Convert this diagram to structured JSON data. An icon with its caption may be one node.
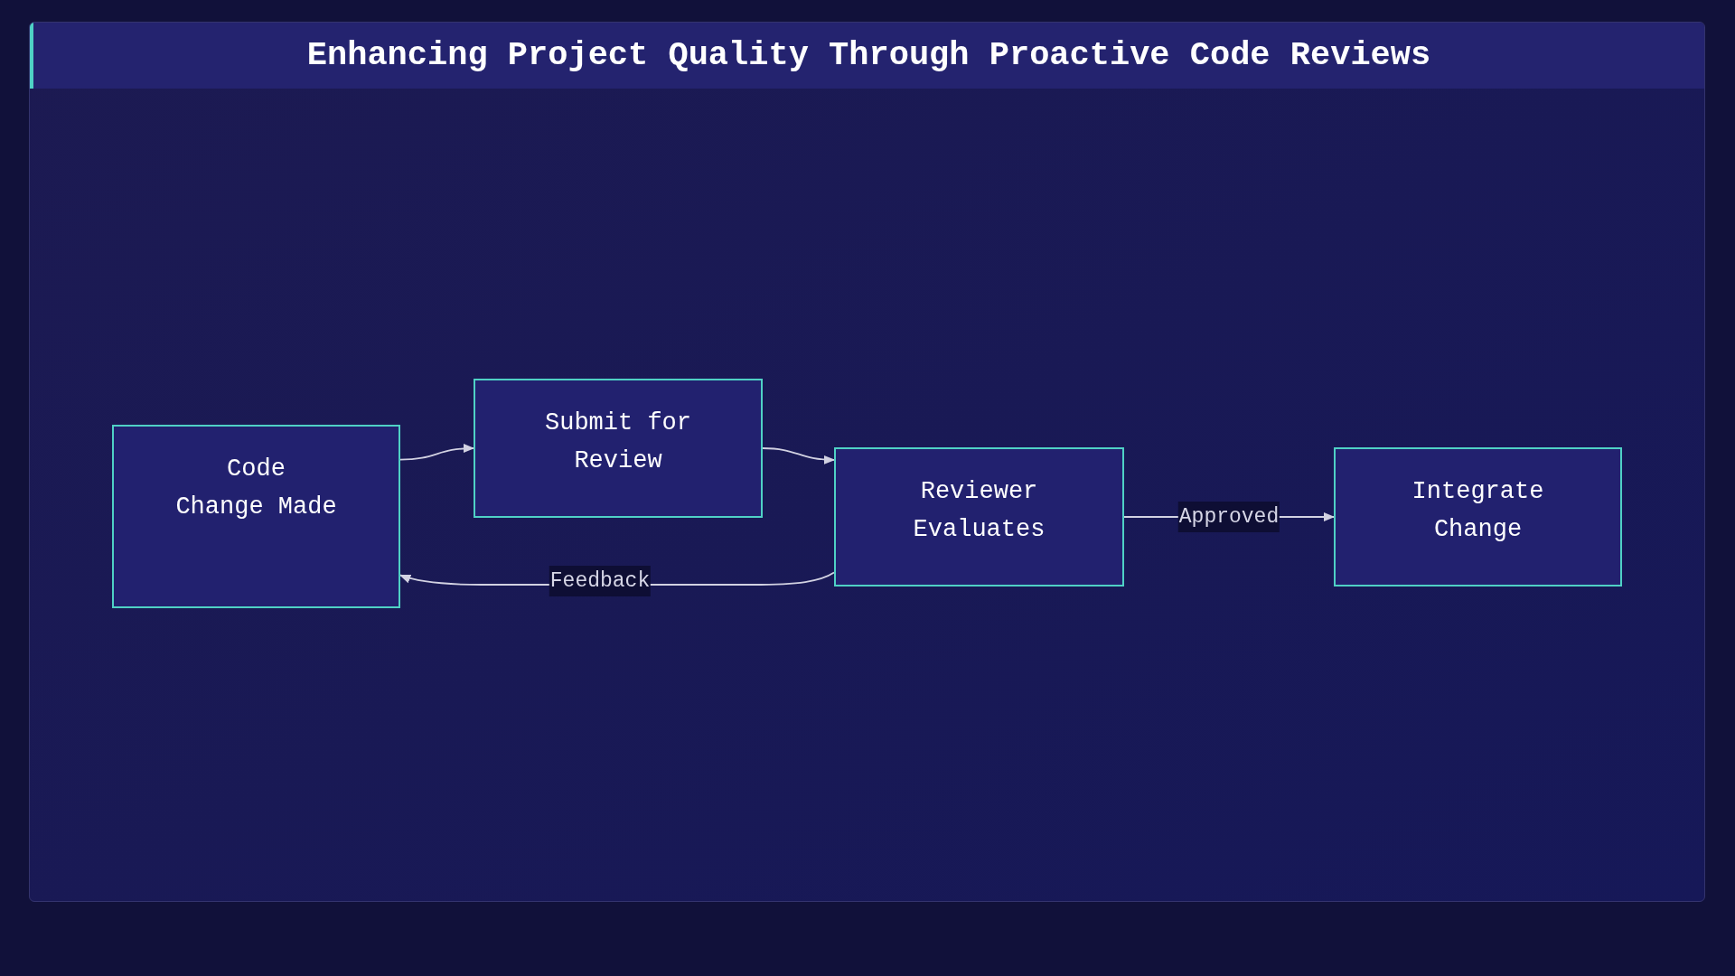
{
  "diagram": {
    "title": "Enhancing Project Quality Through Proactive Code Reviews",
    "nodes": [
      {
        "text": [
          "Code Change Made"
        ]
      },
      {
        "text": [
          "Submit for Review"
        ]
      },
      {
        "text": [
          "Reviewer Evaluates"
        ]
      },
      {
        "text": [
          "Integrate Change"
        ]
      }
    ],
    "edges": [
      {
        "from": 0,
        "to": 1,
        "arrow": "to"
      },
      {
        "from": 1,
        "to": 2,
        "arrow": "to"
      },
      {
        "from": 2,
        "to": 3,
        "arrow": "to",
        "label": "Approved"
      },
      {
        "from": 2,
        "to": 0,
        "arrow": "to",
        "label": "Feedback"
      }
    ]
  }
}
